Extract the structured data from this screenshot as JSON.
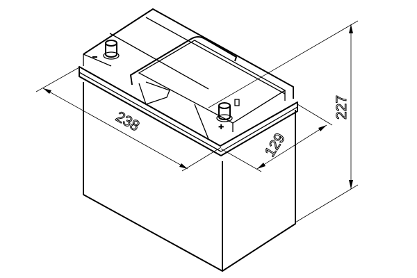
{
  "dimensions": {
    "length": "238",
    "width": "129",
    "height": "227"
  },
  "colors": {
    "line": "#000000",
    "background": "#ffffff"
  }
}
